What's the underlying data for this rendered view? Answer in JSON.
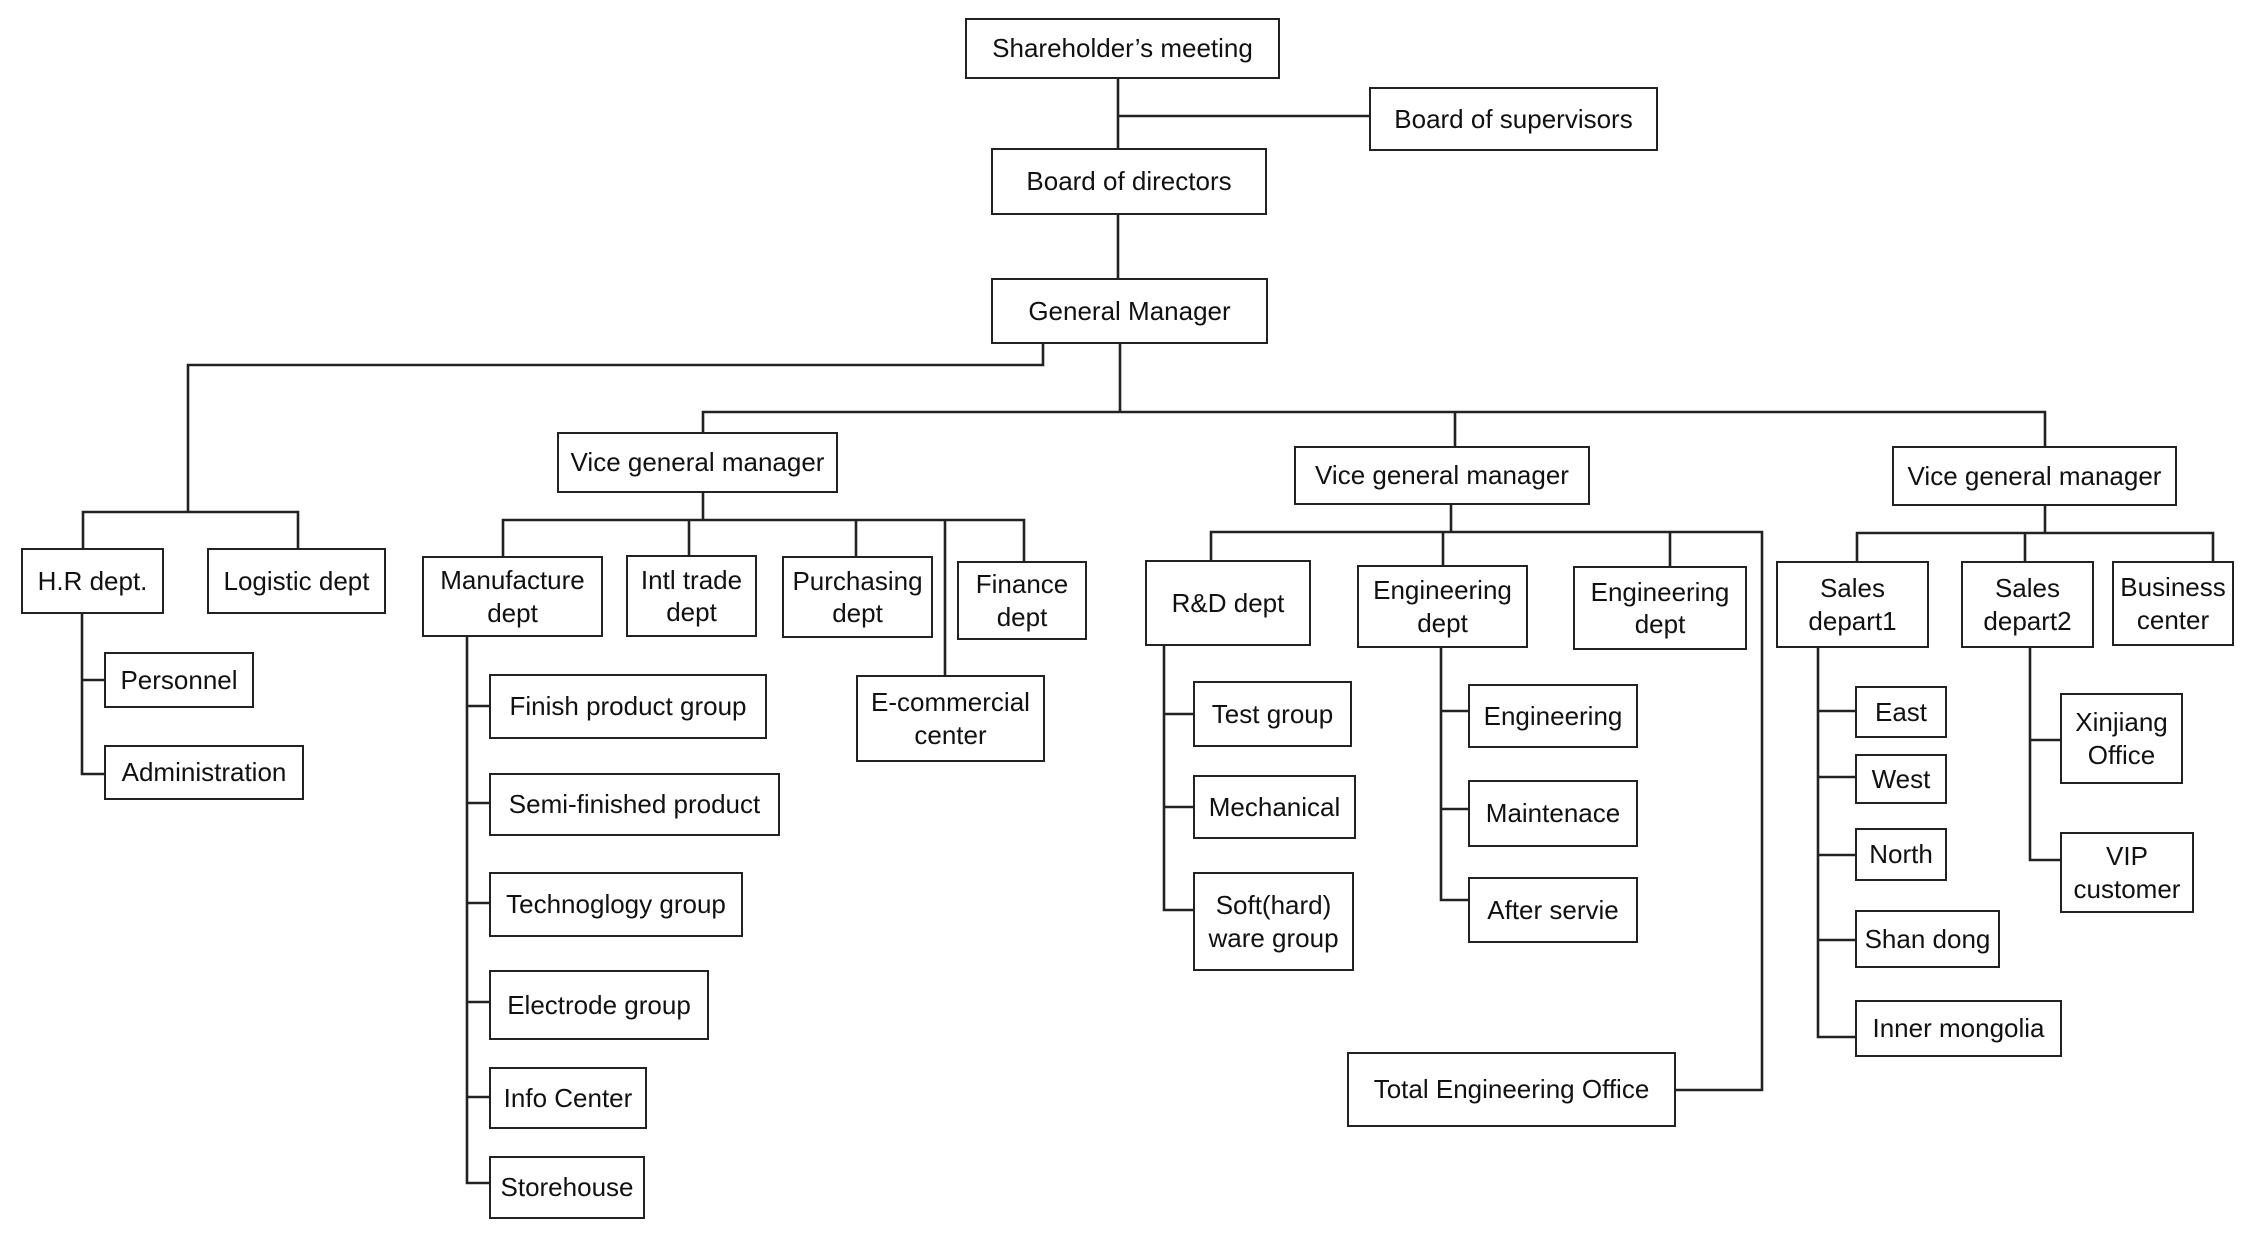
{
  "nodes": {
    "shareholders_meeting": "Shareholder’s meeting",
    "board_of_supervisors": "Board of supervisors",
    "board_of_directors": "Board of directors",
    "general_manager": "General Manager",
    "vgm_1": "Vice general manager",
    "vgm_2": "Vice general manager",
    "vgm_3": "Vice general manager",
    "hr_dept": "H.R dept.",
    "logistic_dept": "Logistic dept",
    "personnel": "Personnel",
    "administration": "Administration",
    "manufacture_dept": "Manufacture dept",
    "intl_trade_dept": "Intl trade dept",
    "purchasing_dept": "Purchasing dept",
    "finance_dept": "Finance dept",
    "ecommercial_center": "E-commercial center",
    "finish_product_group": "Finish product group",
    "semi_finished_product": "Semi-finished product",
    "technoglogy_group": "Technoglogy group",
    "electrode_group": "Electrode group",
    "info_center": "Info Center",
    "storehouse": "Storehouse",
    "rd_dept": "R&D dept",
    "engineering_dept_1": "Engineering dept",
    "engineering_dept_2": "Engineering dept",
    "test_group": "Test group",
    "mechanical": "Mechanical",
    "soft_hard_ware_group": "Soft(hard) ware group",
    "engineering": "Engineering",
    "maintenace": "Maintenace",
    "after_servie": "After servie",
    "total_engineering_office": "Total Engineering Office",
    "sales_depart1": "Sales depart1",
    "sales_depart2": "Sales depart2",
    "business_center": "Business center",
    "east": "East",
    "west": "West",
    "north": "North",
    "shan_dong": "Shan dong",
    "inner_mongolia": "Inner mongolia",
    "xinjiang_office": "Xinjiang Office",
    "vip_customer": "VIP customer"
  }
}
